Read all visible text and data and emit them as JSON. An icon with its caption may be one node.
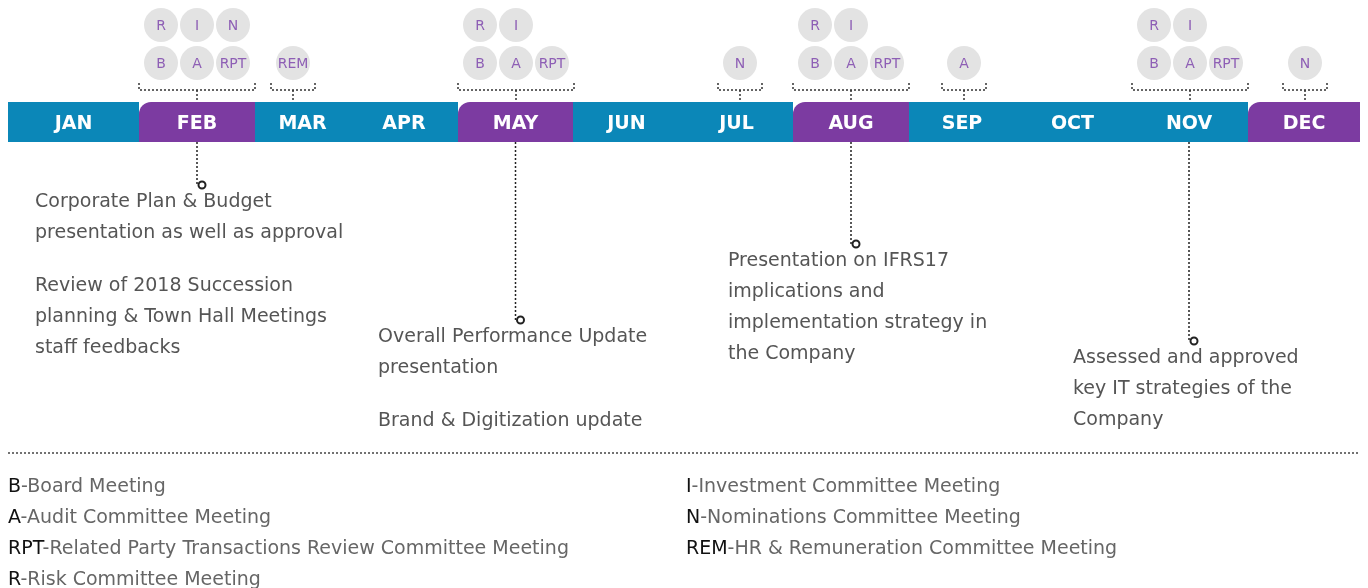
{
  "diagram": {
    "nodes": [
      {
        "text": [
          "JAN"
        ]
      },
      {
        "text": [
          "FEB"
        ]
      },
      {
        "text": [
          "MAR"
        ]
      },
      {
        "text": [
          "APR"
        ]
      },
      {
        "text": [
          "MAY"
        ]
      },
      {
        "text": [
          "JUN"
        ]
      },
      {
        "text": [
          "JUL"
        ]
      },
      {
        "text": [
          "AUG"
        ]
      },
      {
        "text": [
          "SEP"
        ]
      },
      {
        "text": [
          "OCT"
        ]
      },
      {
        "text": [
          "NOV"
        ]
      },
      {
        "text": [
          "DEC"
        ]
      },
      {
        "text": [
          "R"
        ]
      },
      {
        "text": [
          "I"
        ]
      },
      {
        "text": [
          "N"
        ]
      },
      {
        "text": [
          "B"
        ]
      },
      {
        "text": [
          "A"
        ]
      },
      {
        "text": [
          "RPT"
        ]
      },
      {
        "text": [
          "REM"
        ]
      },
      {
        "text": [
          "R"
        ]
      },
      {
        "text": [
          "I"
        ]
      },
      {
        "text": [
          "B"
        ]
      },
      {
        "text": [
          "A"
        ]
      },
      {
        "text": [
          "RPT"
        ]
      },
      {
        "text": [
          "N"
        ]
      },
      {
        "text": [
          "R"
        ]
      },
      {
        "text": [
          "I"
        ]
      },
      {
        "text": [
          "B"
        ]
      },
      {
        "text": [
          "A"
        ]
      },
      {
        "text": [
          "RPT"
        ]
      },
      {
        "text": [
          "A"
        ]
      },
      {
        "text": [
          "R"
        ]
      },
      {
        "text": [
          "I"
        ]
      },
      {
        "text": [
          "B"
        ]
      },
      {
        "text": [
          "A"
        ]
      },
      {
        "text": [
          "RPT"
        ]
      },
      {
        "text": [
          "N"
        ]
      },
      {
        "text": [
          "Corporate Plan & Budget presentation as well as approval",
          "Review of 2018 Succession planning & Town Hall Meetings staff feedbacks"
        ]
      },
      {
        "text": [
          "Overall Performance Update presentation",
          "Brand & Digitization update"
        ]
      },
      {
        "text": [
          "Presentation on IFRS17 implications and implementation strategy in the Company"
        ]
      },
      {
        "text": [
          "Assessed and approved key IT strategies of the Company"
        ]
      }
    ],
    "edges": [
      {
        "from": 1,
        "to": 37,
        "arrow": "other",
        "style": "dashed"
      },
      {
        "from": 4,
        "to": 38,
        "arrow": "other",
        "style": "dashed"
      },
      {
        "from": 7,
        "to": 39,
        "arrow": "other",
        "style": "dashed"
      },
      {
        "from": 10,
        "to": 40,
        "arrow": "other",
        "style": "dashed"
      }
    ],
    "labels": [
      "B-Board Meeting",
      "I-Investment Committee Meeting",
      "A-Audit Committee Meeting",
      "N-Nominations Committee Meeting",
      "RPT-Related Party Transactions Review Committee Meeting",
      "REM-HR & Remuneration Committee Meeting",
      "R-Risk Committee Meeting"
    ]
  }
}
